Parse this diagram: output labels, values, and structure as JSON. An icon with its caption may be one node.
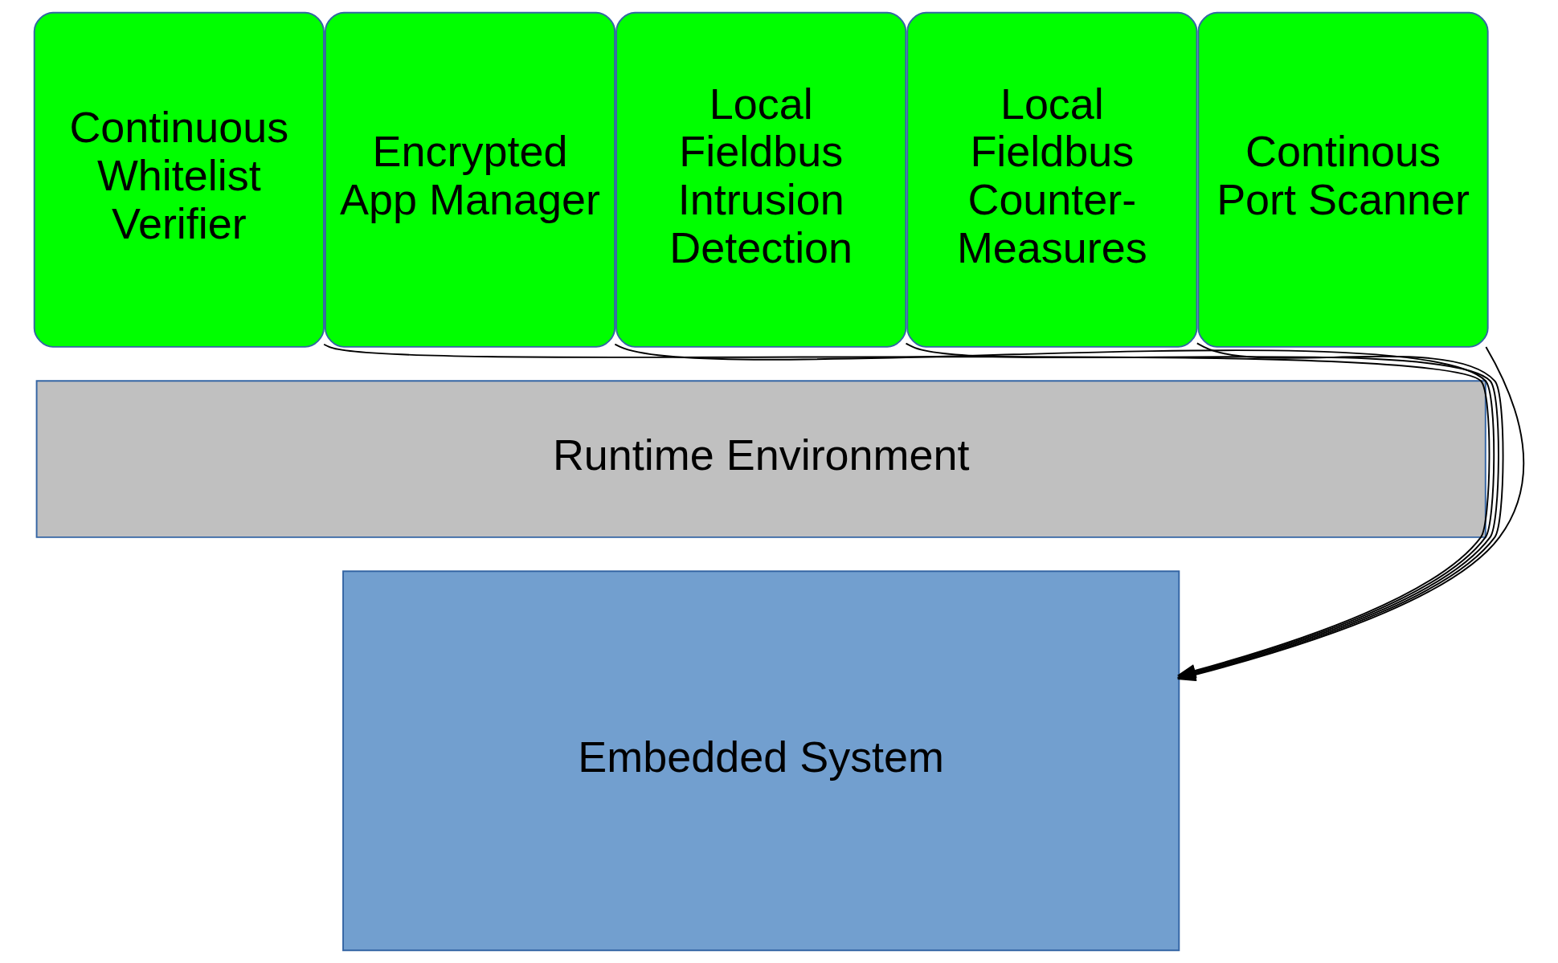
{
  "diagram": {
    "nodes": [
      {
        "text": [
          "Continuous Whitelist Verifier"
        ]
      },
      {
        "text": [
          "Encrypted App Manager"
        ]
      },
      {
        "text": [
          "Local Fieldbus Intrusion Detection"
        ]
      },
      {
        "text": [
          "Local Fieldbus Counter-Measures"
        ]
      },
      {
        "text": [
          "Continous Port Scanner"
        ]
      },
      {
        "text": [
          "Runtime Environment"
        ]
      },
      {
        "text": [
          "Embedded System"
        ]
      }
    ],
    "edges": [
      {
        "from": 0,
        "to": 6,
        "arrow": "to"
      },
      {
        "from": 1,
        "to": 6,
        "arrow": "to"
      },
      {
        "from": 2,
        "to": 6,
        "arrow": "to"
      },
      {
        "from": 3,
        "to": 6,
        "arrow": "to"
      },
      {
        "from": 4,
        "to": 6,
        "arrow": "to"
      }
    ]
  }
}
